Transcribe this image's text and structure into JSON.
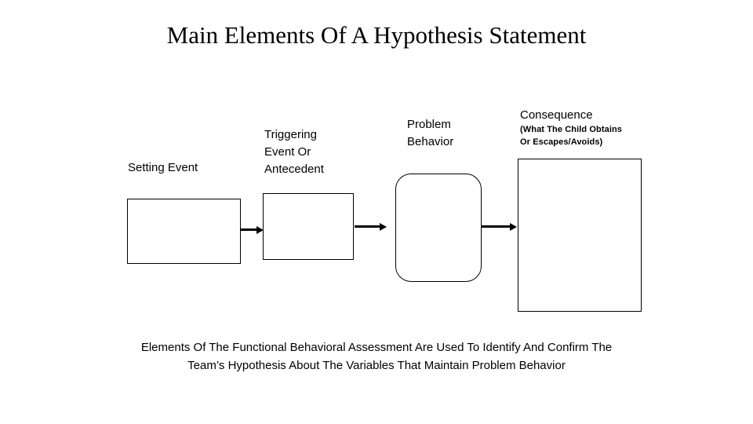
{
  "slide": {
    "title": "Main Elements Of A Hypothesis Statement",
    "background_color": "#ffffff",
    "text_color": "#000000",
    "shape_border_color": "#000000"
  },
  "diagram": {
    "type": "flow",
    "direction": "left-to-right",
    "stages": [
      {
        "id": "setting-event",
        "label": "Setting Event",
        "sublabel": "",
        "shape": "rectangle"
      },
      {
        "id": "triggering-event",
        "label": "Triggering\nEvent Or\nAntecedent",
        "sublabel": "",
        "shape": "rectangle"
      },
      {
        "id": "problem-behavior",
        "label": "Problem\nBehavior",
        "sublabel": "",
        "shape": "rounded-rectangle"
      },
      {
        "id": "consequence",
        "label": "Consequence",
        "sublabel": "(What The Child Obtains\nOr Escapes/Avoids)",
        "shape": "rectangle"
      }
    ],
    "connectors": [
      {
        "id": "arrow-1",
        "from": "setting-event",
        "to": "triggering-event",
        "icon": "arrow-right-icon"
      },
      {
        "id": "arrow-2",
        "from": "triggering-event",
        "to": "problem-behavior",
        "icon": "arrow-right-icon"
      },
      {
        "id": "arrow-3",
        "from": "problem-behavior",
        "to": "consequence",
        "icon": "arrow-right-icon"
      }
    ]
  },
  "caption": {
    "line1": "Elements Of The Functional Behavioral Assessment Are Used To Identify And Confirm The",
    "line2": "Team’s Hypothesis About The Variables That Maintain Problem Behavior"
  }
}
